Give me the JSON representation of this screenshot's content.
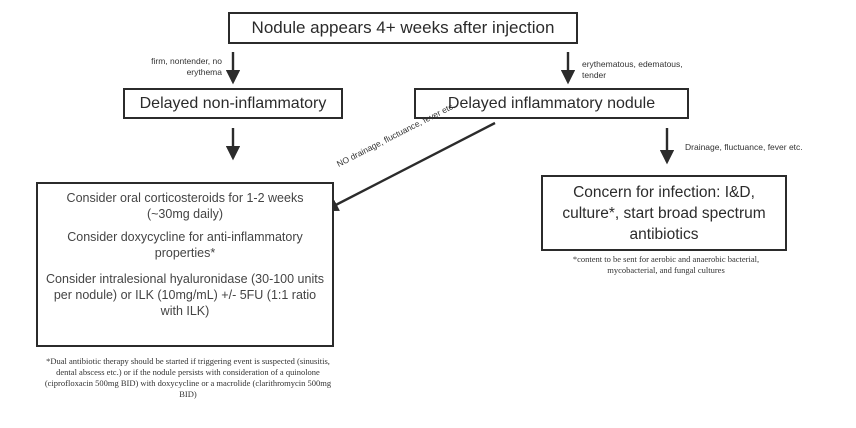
{
  "nodes": {
    "start": "Nodule appears 4+ weeks after injection",
    "non_inflammatory": "Delayed non-inflammatory",
    "inflammatory": "Delayed inflammatory nodule",
    "treatment": {
      "item1": "Consider oral corticosteroids for 1-2 weeks (~30mg daily)",
      "item2": "Consider doxycycline for anti-inflammatory properties*",
      "item3": "Consider intralesional hyaluronidase (30-100 units per nodule) or ILK (10mg/mL) +/- 5FU  (1:1 ratio with ILK)"
    },
    "infection": "Concern for infection: I&D, culture*, start broad spectrum antibiotics"
  },
  "edges": {
    "to_non_inflammatory": "firm, nontender, no erythema",
    "to_inflammatory": "erythematous, edematous, tender",
    "to_treatment": "NO drainage, fluctuance, fever etc.",
    "to_infection": "Drainage, fluctuance, fever etc."
  },
  "footnotes": {
    "treatment": "*Dual antibiotic therapy should be started if triggering event is suspected (sinusitis, dental abscess etc.) or if the nodule persists with consideration of a quinolone (ciprofloxacin 500mg BID) with doxycycline or a macrolide (clarithromycin 500mg BID)",
    "infection": "*content to be sent for aerobic and anaerobic bacterial, mycobacterial, and fungal cultures"
  }
}
